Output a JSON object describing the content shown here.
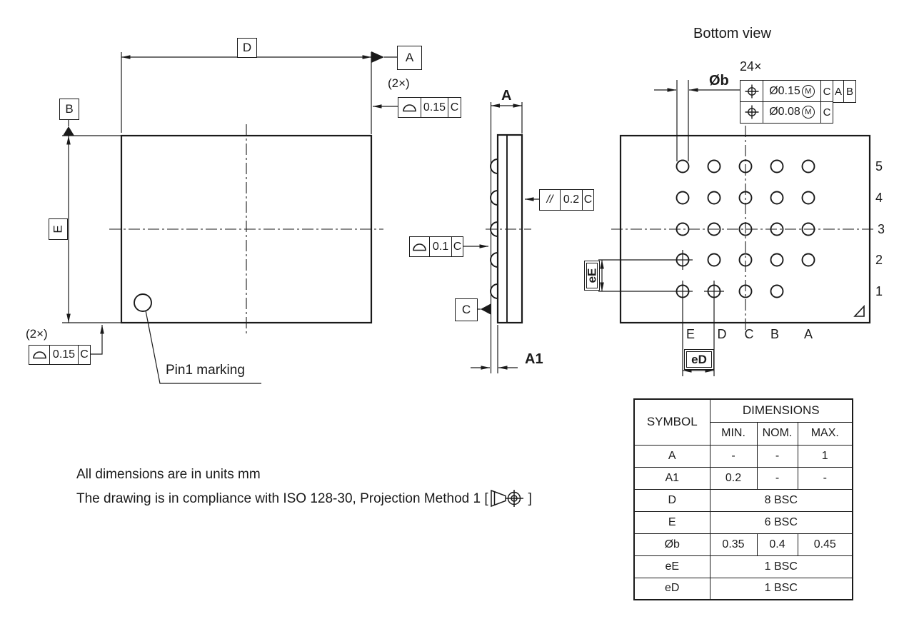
{
  "drawing": {
    "front": {
      "dim_d": "D",
      "dim_e": "E",
      "datum_a": "A",
      "datum_b": "B",
      "count_top": "(2×)",
      "count_bottom": "(2×)",
      "fcf_top": {
        "tol": "0.15",
        "datum": "C"
      },
      "fcf_bottom": {
        "tol": "0.15",
        "datum": "C"
      },
      "pin1_label": "Pin1 marking"
    },
    "side": {
      "dim_a": "A",
      "dim_a1": "A1",
      "datum_c": "C",
      "fcf_parallelism": {
        "sym": "//",
        "tol": "0.2",
        "datum": "C"
      },
      "fcf_profile": {
        "tol": "0.1",
        "datum": "C"
      }
    },
    "bottom": {
      "title": "Bottom view",
      "count": "24×",
      "dia_label": "Øb",
      "fcf_row1": {
        "tol": "Ø0.15",
        "mod": "M",
        "datum1": "C",
        "datum2": "A",
        "datum3": "B"
      },
      "fcf_row2": {
        "tol": "Ø0.08",
        "mod": "M",
        "datum1": "C"
      },
      "row_labels": [
        "5",
        "4",
        "3",
        "2",
        "1"
      ],
      "col_labels": [
        "E",
        "D",
        "C",
        "B",
        "A"
      ],
      "pitch_e": "eE",
      "pitch_d": "eD",
      "ball_grid": {
        "rows": 5,
        "cols": 5,
        "missing_ball": "A1",
        "ball_count": 24
      }
    },
    "notes": {
      "line1": "All dimensions are in units mm",
      "line2_prefix": "The drawing is in compliance with ISO 128-30, Projection Method 1 [",
      "line2_suffix": "]"
    },
    "table": {
      "header_symbol": "SYMBOL",
      "header_dimensions": "DIMENSIONS",
      "header_min": "MIN.",
      "header_nom": "NOM.",
      "header_max": "MAX.",
      "rows": [
        {
          "symbol": "A",
          "min": "-",
          "nom": "-",
          "max": "1"
        },
        {
          "symbol": "A1",
          "min": "0.2",
          "nom": "-",
          "max": "-"
        },
        {
          "symbol": "D",
          "merged": "8 BSC"
        },
        {
          "symbol": "E",
          "merged": "6 BSC"
        },
        {
          "symbol": "Øb",
          "min": "0.35",
          "nom": "0.4",
          "max": "0.45"
        },
        {
          "symbol": "eE",
          "merged": "1 BSC"
        },
        {
          "symbol": "eD",
          "merged": "1 BSC"
        }
      ]
    }
  }
}
